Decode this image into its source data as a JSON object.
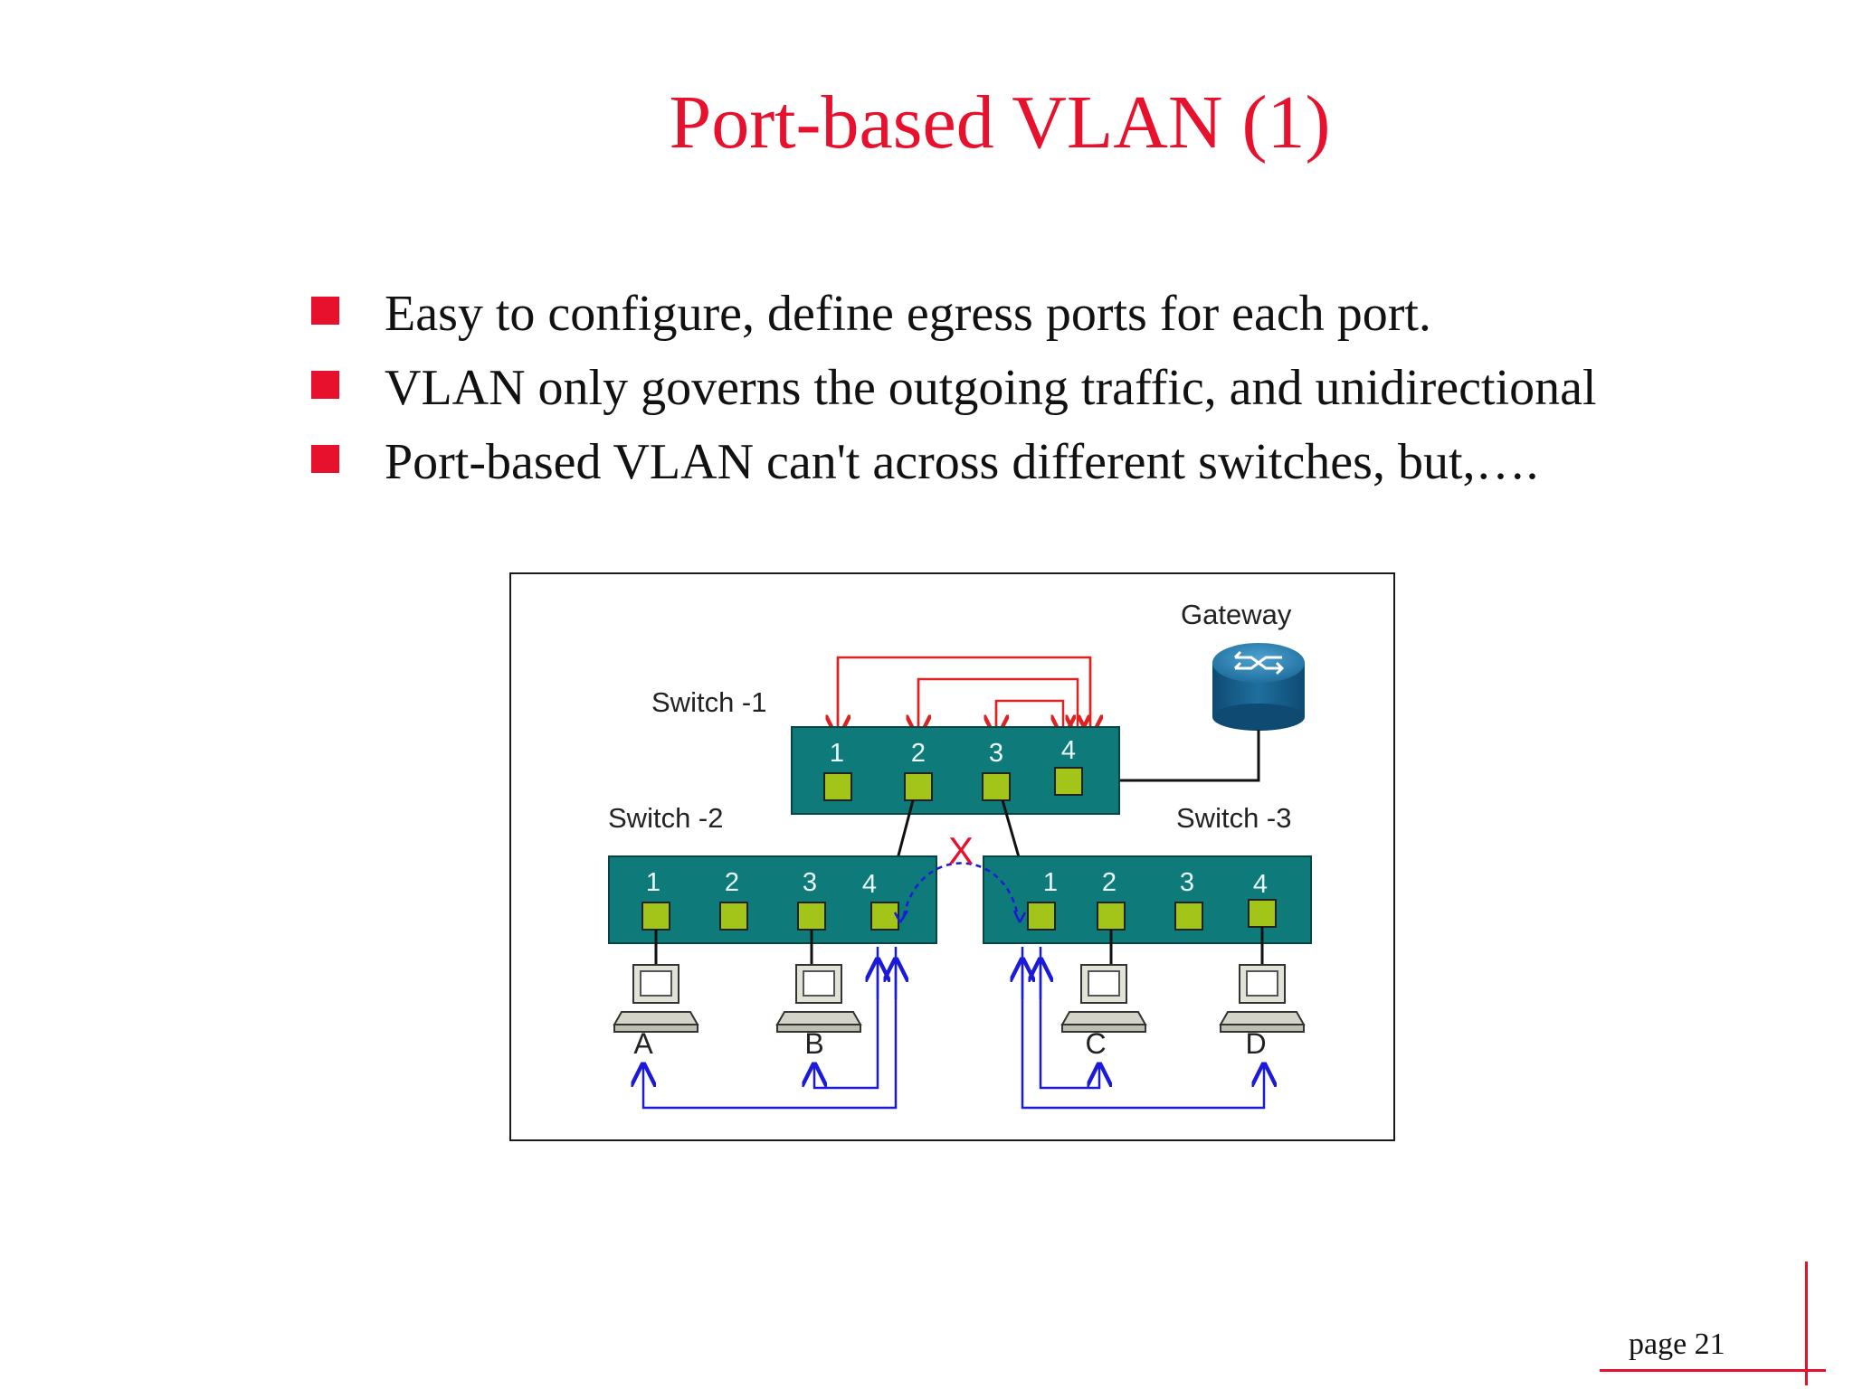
{
  "slide": {
    "title": "Port-based VLAN (1)",
    "bullets": [
      "Easy to configure, define egress ports for each port.",
      "VLAN only governs the outgoing traffic, and unidirectional",
      "Port-based VLAN can't across different switches, but,…."
    ],
    "page_label": "page 21"
  },
  "diagram": {
    "gateway_label": "Gateway",
    "switch1": {
      "label": "Switch -1",
      "ports": [
        "1",
        "2",
        "3",
        "4"
      ]
    },
    "switch2": {
      "label": "Switch -2",
      "ports": [
        "1",
        "2",
        "3",
        "4"
      ]
    },
    "switch3": {
      "label": "Switch -3",
      "ports": [
        "1",
        "2",
        "3",
        "4"
      ]
    },
    "hosts": [
      "A",
      "B",
      "C",
      "D"
    ],
    "blocked_marker": "X"
  },
  "colors": {
    "accent": "#e8112d",
    "switch_fill": "#0f7a7a",
    "port_fill": "#a3c418",
    "egress_red": "#dd2222",
    "egress_blue": "#1a1ad8",
    "router": "#1f6f9e"
  }
}
